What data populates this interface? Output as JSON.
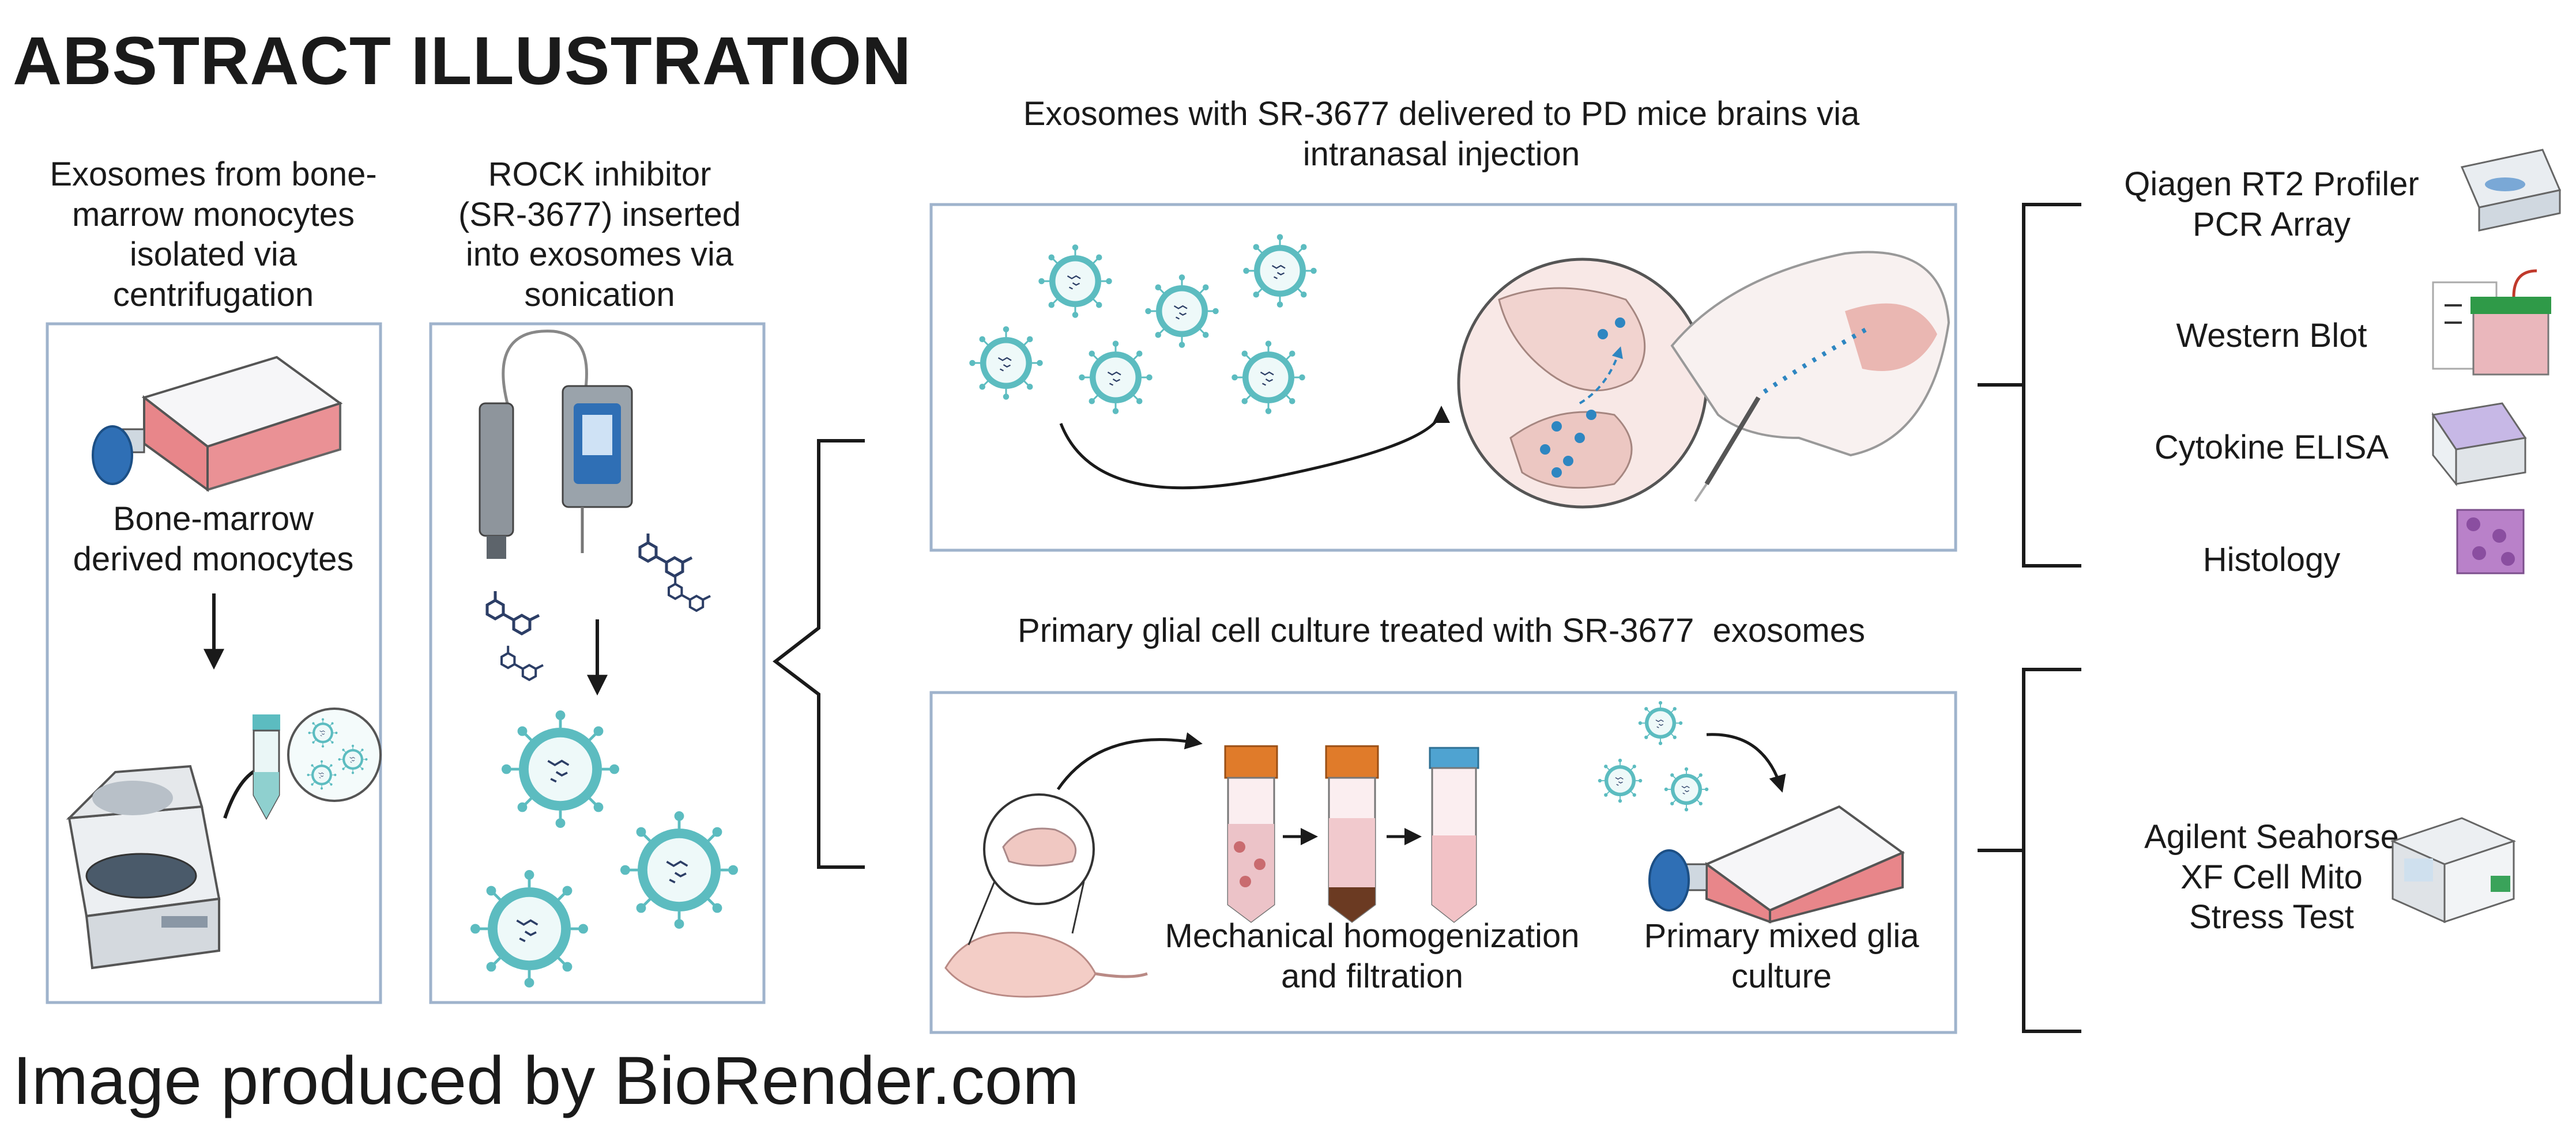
{
  "title": "ABSTRACT ILLUSTRATION",
  "footer": "Image produced by BioRender.com",
  "step1": {
    "heading": [
      "Exosomes from bone-",
      "marrow monocytes",
      "isolated via",
      "centrifugation"
    ],
    "cell_label": [
      "Bone-marrow",
      "derived monocytes"
    ]
  },
  "step2": {
    "heading": [
      "ROCK inhibitor",
      "(SR-3677) inserted",
      "into exosomes via",
      "sonication"
    ]
  },
  "in_vivo": {
    "heading": [
      "Exosomes with SR-3677 delivered to PD mice brains via",
      "intranasal injection"
    ]
  },
  "in_vitro": {
    "heading": "Primary glial cell culture treated with SR-3677  exosomes",
    "homogenization_label": [
      "Mechanical homogenization",
      "and filtration"
    ],
    "culture_label": [
      "Primary mixed glia",
      "culture"
    ]
  },
  "assays_in_vivo": [
    {
      "label": [
        "Qiagen RT2 Profiler",
        "PCR Array"
      ],
      "icon": "pcr-machine-icon"
    },
    {
      "label": [
        "Western Blot"
      ],
      "icon": "western-blot-icon"
    },
    {
      "label": [
        "Cytokine ELISA"
      ],
      "icon": "elisa-plate-reader-icon"
    },
    {
      "label": [
        "Histology"
      ],
      "icon": "histology-slide-icon"
    }
  ],
  "assays_in_vitro": [
    {
      "label": [
        "Agilent Seahorse",
        "XF Cell Mito",
        "Stress Test"
      ],
      "icon": "seahorse-analyzer-icon"
    }
  ],
  "colors": {
    "box_border": "#9fb3cc",
    "exosome_teal": "#5cbcc0",
    "exosome_fill": "#e6f6f6",
    "flask_pink": "#e8868a",
    "cap_blue": "#2f6fb5",
    "cap_orange": "#e07b2a",
    "navy_drug": "#2c3e66"
  }
}
